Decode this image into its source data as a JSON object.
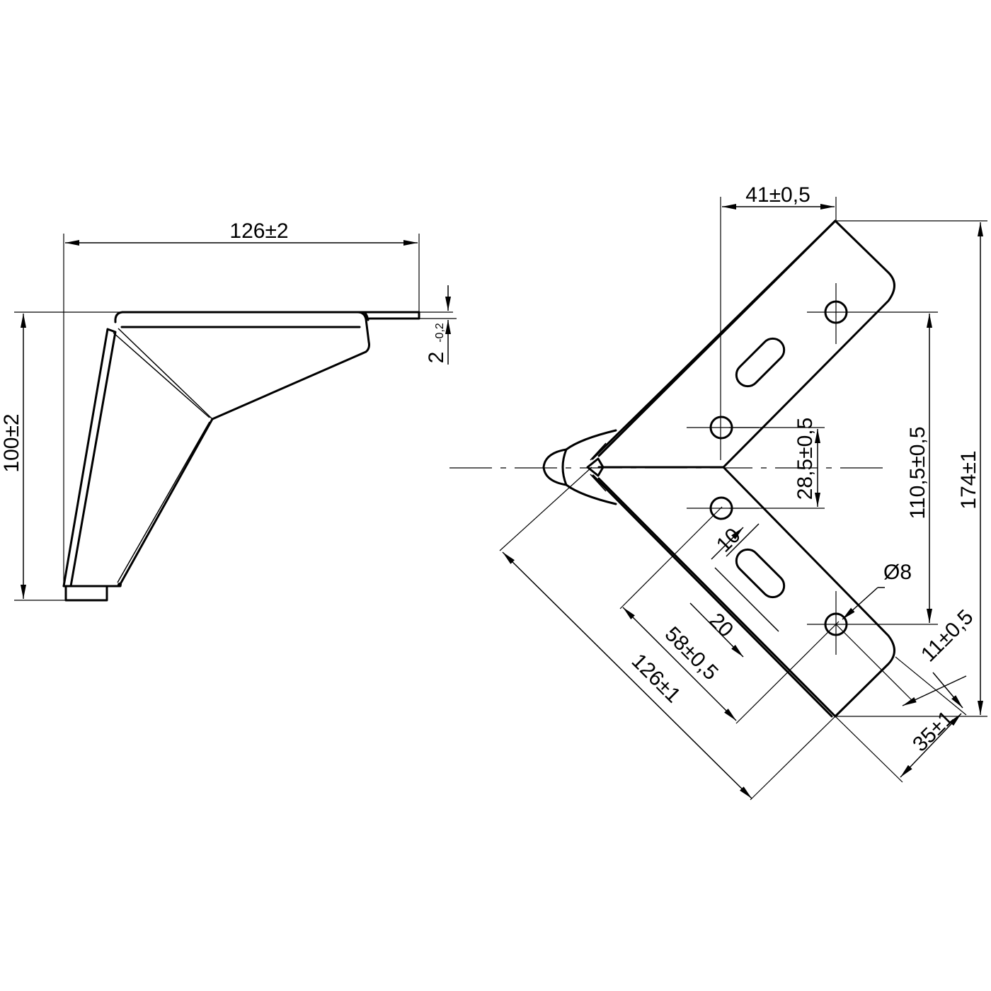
{
  "side_view": {
    "width_dim": "126±2",
    "height_dim": "100±2",
    "thickness_dim": "2",
    "thickness_tol": "-0,2"
  },
  "top_view": {
    "width_dim": "41±0,5",
    "total_height_dim": "174±1",
    "hole_spacing_dim": "110,5±0,5",
    "slot_offset_dim": "28,5±0,5",
    "slot_length_dim": "10",
    "slot_width_dim": "20",
    "slot_position_dim": "58±0,5",
    "arm_length_dim": "126±1",
    "hole_diameter_dim": "Ø8",
    "edge_hole_dim": "11±0,5",
    "arm_width_dim": "35±1"
  },
  "colors": {
    "line": "#000000",
    "background": "#ffffff"
  }
}
